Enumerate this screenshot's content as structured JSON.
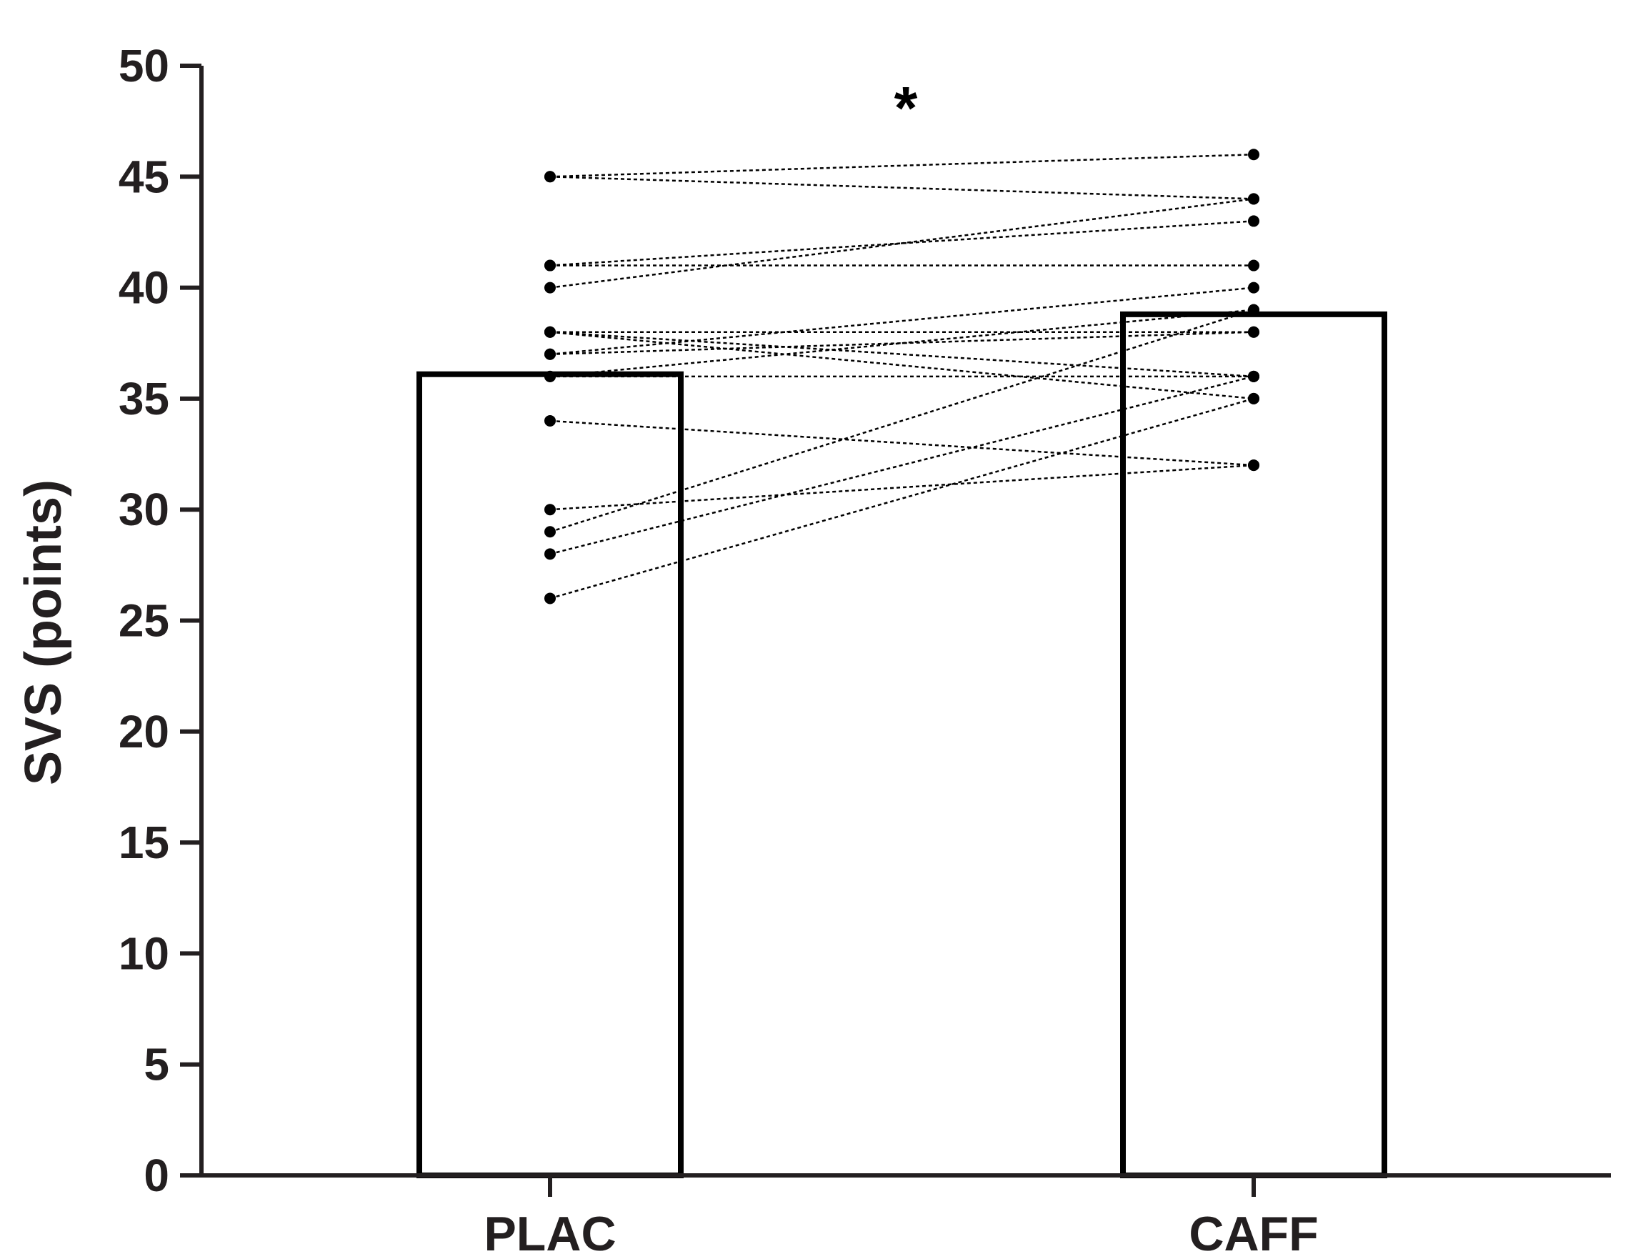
{
  "chart_data": {
    "type": "bar",
    "categories": [
      "PLAC",
      "CAFF"
    ],
    "bar_values": [
      36.1,
      38.8
    ],
    "ylabel": "SVS (points)",
    "xlabel": "",
    "title": "",
    "ylim": [
      0,
      50
    ],
    "yticks": [
      0,
      5,
      10,
      15,
      20,
      25,
      30,
      35,
      40,
      45,
      50
    ],
    "grid": false,
    "bar_fill": "#ffffff",
    "bar_stroke": "#000000",
    "paired_points": [
      [
        45,
        46
      ],
      [
        45,
        44
      ],
      [
        41,
        41
      ],
      [
        41,
        43
      ],
      [
        40,
        44
      ],
      [
        38,
        38
      ],
      [
        38,
        36
      ],
      [
        38,
        35
      ],
      [
        37,
        40
      ],
      [
        37,
        38
      ],
      [
        36,
        36
      ],
      [
        36,
        39
      ],
      [
        34,
        32
      ],
      [
        30,
        32
      ],
      [
        29,
        39
      ],
      [
        28,
        36
      ],
      [
        26,
        35
      ]
    ],
    "annotation": "*"
  }
}
